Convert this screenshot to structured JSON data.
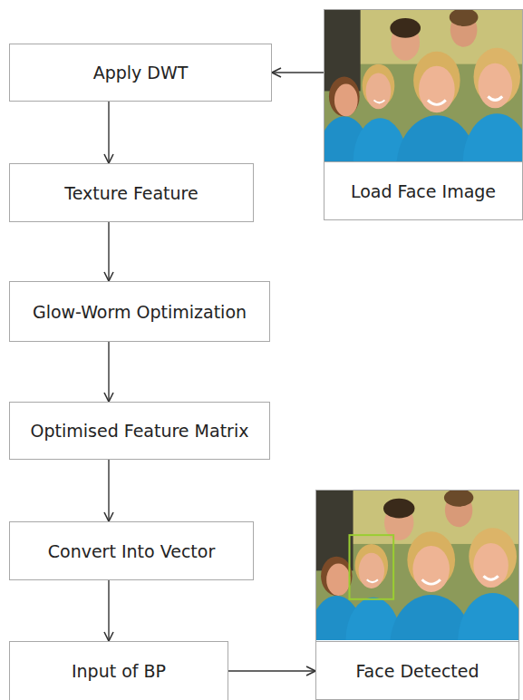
{
  "diagram": {
    "nodes": [
      {
        "text": [
          "Apply DWT"
        ]
      },
      {
        "text": [
          "Texture Feature"
        ]
      },
      {
        "text": [
          "Glow-Worm Optimization"
        ]
      },
      {
        "text": [
          "Optimised Feature Matrix"
        ]
      },
      {
        "text": [
          "Convert Into Vector"
        ]
      },
      {
        "text": [
          "Input of BP"
        ]
      },
      {
        "text": [
          "Load Face Image"
        ]
      },
      {
        "text": [
          "Face Detected"
        ]
      }
    ],
    "edges": [
      {
        "from": 6,
        "to": 0,
        "arrow": "to"
      },
      {
        "from": 0,
        "to": 1,
        "arrow": "to"
      },
      {
        "from": 1,
        "to": 2,
        "arrow": "to"
      },
      {
        "from": 2,
        "to": 3,
        "arrow": "to"
      },
      {
        "from": 3,
        "to": 4,
        "arrow": "to"
      },
      {
        "from": 4,
        "to": 5,
        "arrow": "to"
      },
      {
        "from": 5,
        "to": 7,
        "arrow": "to"
      }
    ]
  }
}
